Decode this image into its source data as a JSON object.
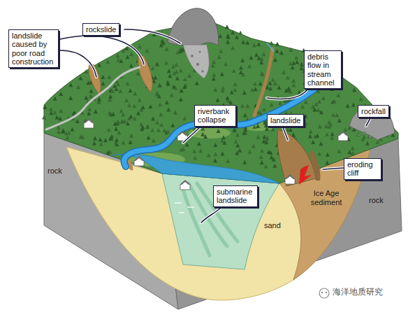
{
  "diagram": {
    "nodes": [
      {
        "text": [
          "landslide caused by poor road construction"
        ]
      },
      {
        "text": [
          "rockslide"
        ]
      },
      {
        "text": [
          "debris flow in stream channel"
        ]
      },
      {
        "text": [
          "riverbank collapse"
        ]
      },
      {
        "text": [
          "landslide"
        ]
      },
      {
        "text": [
          "rockfall"
        ]
      },
      {
        "text": [
          "eroding cliff"
        ]
      },
      {
        "text": [
          "submarine landslide"
        ]
      }
    ],
    "labels": [
      "rock",
      "sand",
      "Ice Age sediment",
      "rock",
      "海洋地质研究"
    ]
  }
}
